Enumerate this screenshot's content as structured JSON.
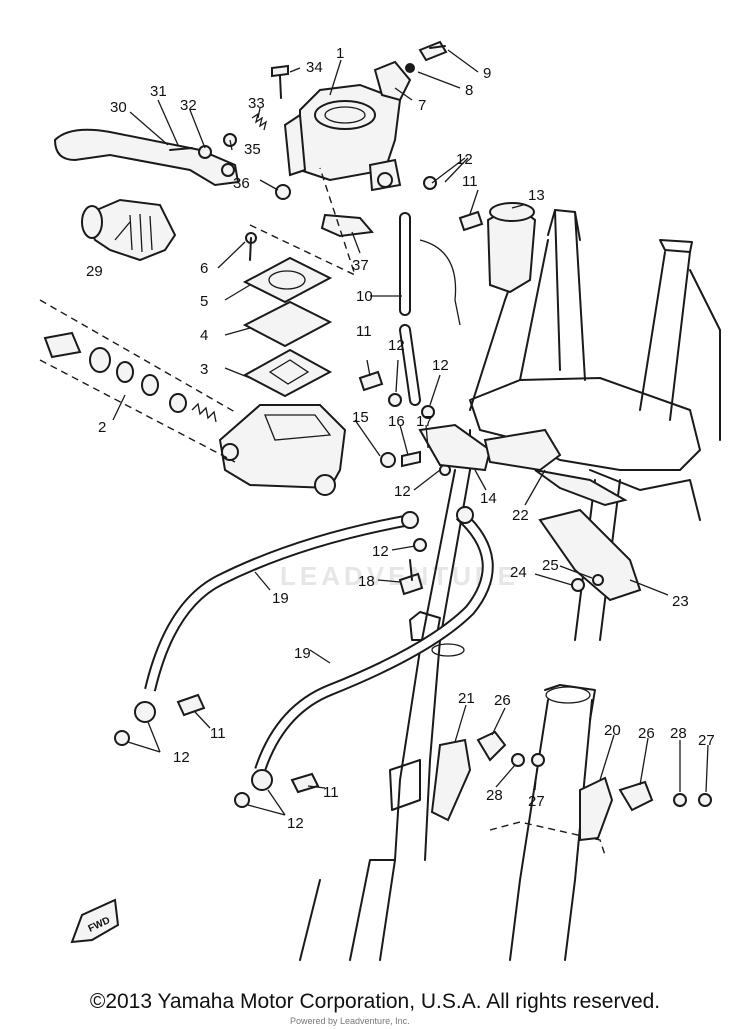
{
  "watermark": "LEADVENTURE",
  "arrow_label": "FWD",
  "copyright": "©2013 Yamaha Motor Corporation, U.S.A. All rights reserved.",
  "small_credit": "Powered by Leadventure, Inc.",
  "callouts": {
    "c1": "1",
    "c2": "2",
    "c3": "3",
    "c4": "4",
    "c5": "5",
    "c6": "6",
    "c7": "7",
    "c8": "8",
    "c9": "9",
    "c10": "10",
    "c11a": "11",
    "c11b": "11",
    "c11c": "11",
    "c11d": "11",
    "c12a": "12",
    "c12b": "12",
    "c12c": "12",
    "c12d": "12",
    "c12e": "12",
    "c12f": "12",
    "c12g": "12",
    "c13": "13",
    "c14": "14",
    "c15": "15",
    "c16": "16",
    "c17": "17",
    "c18": "18",
    "c19a": "19",
    "c19b": "19",
    "c20": "20",
    "c21": "21",
    "c22": "22",
    "c23": "23",
    "c24": "24",
    "c25": "25",
    "c26a": "26",
    "c26b": "26",
    "c27a": "27",
    "c27b": "27",
    "c28a": "28",
    "c28b": "28",
    "c29": "29",
    "c30": "30",
    "c31": "31",
    "c32": "32",
    "c33": "33",
    "c34": "34",
    "c35": "35",
    "c36": "36",
    "c37": "37"
  }
}
